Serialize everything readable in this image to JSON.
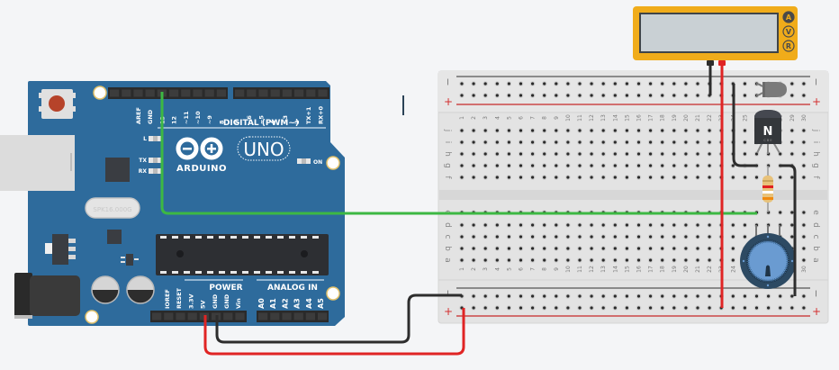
{
  "workspace": {
    "title": "Circuit simulation workspace",
    "background": "#f4f5f7"
  },
  "arduino": {
    "model_label": "UNO",
    "brand_label": "ARDUINO",
    "crystal_label": "SPK16.000G",
    "board_color": "#2e6b9c",
    "led_labels": [
      "L",
      "TX",
      "RX"
    ],
    "on_label": "ON",
    "digital_header_label": "DIGITAL (PWM~)",
    "digital_pins_left": [
      "AREF",
      "GND",
      "13",
      "12",
      "~11",
      "~10",
      "~9",
      "8"
    ],
    "digital_pins_right": [
      "7",
      "~6",
      "~5",
      "4",
      "~3",
      "2",
      "TX+1",
      "RX+0"
    ],
    "power_header_label": "POWER",
    "power_pins": [
      "IOREF",
      "RESET",
      "3.3V",
      "5V",
      "GND",
      "GND",
      "Vin"
    ],
    "analog_header_label": "ANALOG IN",
    "analog_pins": [
      "A0",
      "A1",
      "A2",
      "A3",
      "A4",
      "A5"
    ]
  },
  "breadboard": {
    "columns": 30,
    "top_rows": [
      "j",
      "i",
      "h",
      "g",
      "f"
    ],
    "bottom_rows": [
      "e",
      "d",
      "c",
      "b",
      "a"
    ],
    "rail_minus": "−",
    "rail_plus": "+"
  },
  "multimeter": {
    "body_color": "#f0ac1a",
    "modes": [
      {
        "label": "A",
        "active": true
      },
      {
        "label": "V",
        "active": false
      },
      {
        "label": "R",
        "active": false
      }
    ],
    "display_value": ""
  },
  "components": {
    "transistor_label": "N",
    "transistor_pins": "C B E",
    "photoresistor": "phototransistor",
    "resistor_bands": [
      "#e8c27a",
      "#e02020",
      "#ffffff",
      "#f08a10"
    ],
    "potentiometer_color": "#6a9bd1"
  },
  "wires": {
    "colors": {
      "signal": "#3db843",
      "power": "#e02424",
      "ground": "#2d2d2d"
    }
  }
}
